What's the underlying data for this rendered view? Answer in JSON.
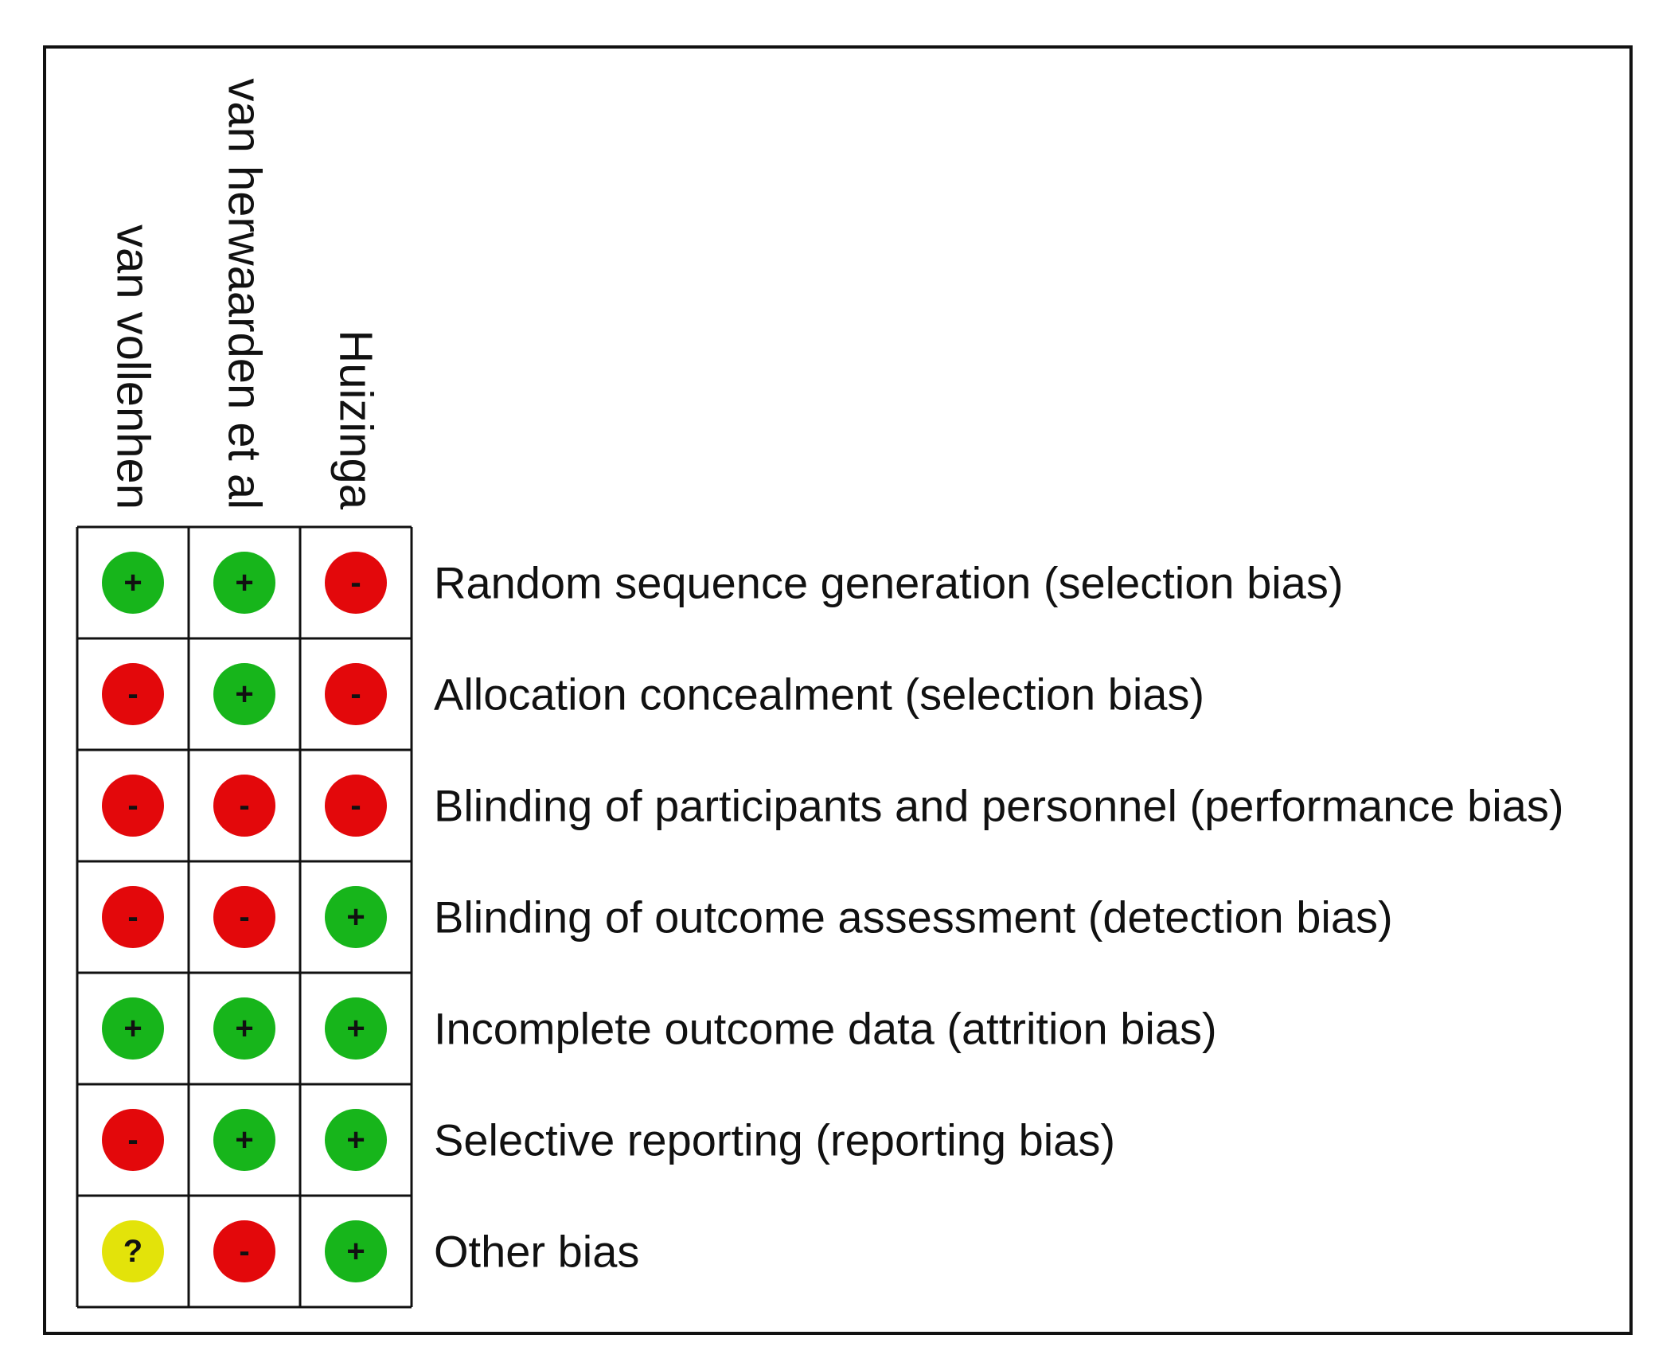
{
  "chart_data": {
    "type": "table",
    "studies": [
      "van vollenhen",
      "van herwaarden et al",
      "Huizinga"
    ],
    "domains": [
      "Random sequence generation (selection bias)",
      "Allocation concealment (selection bias)",
      "Blinding of participants and personnel (performance bias)",
      "Blinding of outcome assessment (detection bias)",
      "Incomplete outcome data (attrition bias)",
      "Selective reporting (reporting bias)",
      "Other bias"
    ],
    "judgements": [
      [
        "+",
        "+",
        "-"
      ],
      [
        "-",
        "+",
        "-"
      ],
      [
        "-",
        "-",
        "-"
      ],
      [
        "-",
        "-",
        "+"
      ],
      [
        "+",
        "+",
        "+"
      ],
      [
        "-",
        "+",
        "+"
      ],
      [
        "?",
        "-",
        "+"
      ]
    ],
    "colors": {
      "+": "#17b51b",
      "-": "#e3080b",
      "?": "#e3e30a",
      "grid": "#111111"
    }
  }
}
